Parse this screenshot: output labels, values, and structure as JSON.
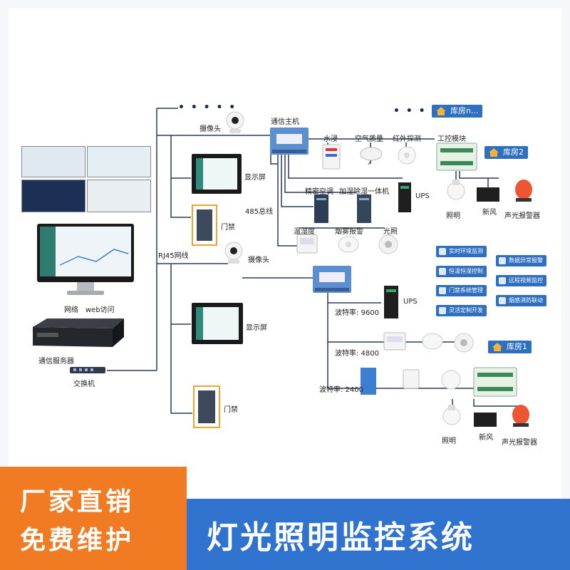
{
  "nodes": {
    "camera_top": "摄像头",
    "comm_host": "通信主机",
    "display_top": "显示屏",
    "access_top": "门禁",
    "bus_485": "485总线",
    "rj45": "RJ45网线",
    "camera_bottom": "摄像头",
    "display_bottom": "显示屏",
    "access_bottom": "门禁",
    "network": "网络",
    "web_access": "web访问",
    "comm_server": "通信服务器",
    "switch": "交换机",
    "water_leak": "水浸",
    "air_quality": "空气质量",
    "infrared": "红外探测",
    "io_module": "工控模块",
    "precision_ac": "精密空调",
    "humidifier": "加湿除湿一体机",
    "ups_top": "UPS",
    "temp_humidity": "温湿度",
    "smoke": "烟雾报警",
    "light_sensor": "光照",
    "lighting_top": "照明",
    "fan_top": "新风",
    "alarm_top": "声光报警器",
    "ups_bottom": "UPS",
    "baud_9600": "波特率: 9600",
    "baud_4800": "波特率: 4800",
    "baud_2400": "波特率: 2400",
    "lighting_bottom": "照明",
    "fan_bottom": "新风",
    "alarm_bottom": "声光报警器"
  },
  "rooms": {
    "room_n": "库房n...",
    "room_2": "库房2",
    "room_1": "库房1"
  },
  "features": {
    "realtime": "实时环境监测",
    "temp_ctrl": "恒温恒湿控制",
    "access_mgmt": "门禁系统管理",
    "custom_dev": "灵活定制开发",
    "data_alarm": "数据异常报警",
    "remote_video": "远程视频监控",
    "fire_link": "烟感消防联动"
  },
  "banner": {
    "left_line1": "厂家直销",
    "left_line2": "免费维护",
    "title": "灯光照明监控系统"
  },
  "colors": {
    "accent_blue": "#2f73cf",
    "accent_orange": "#f07b22",
    "line": "#2a3c5a"
  }
}
